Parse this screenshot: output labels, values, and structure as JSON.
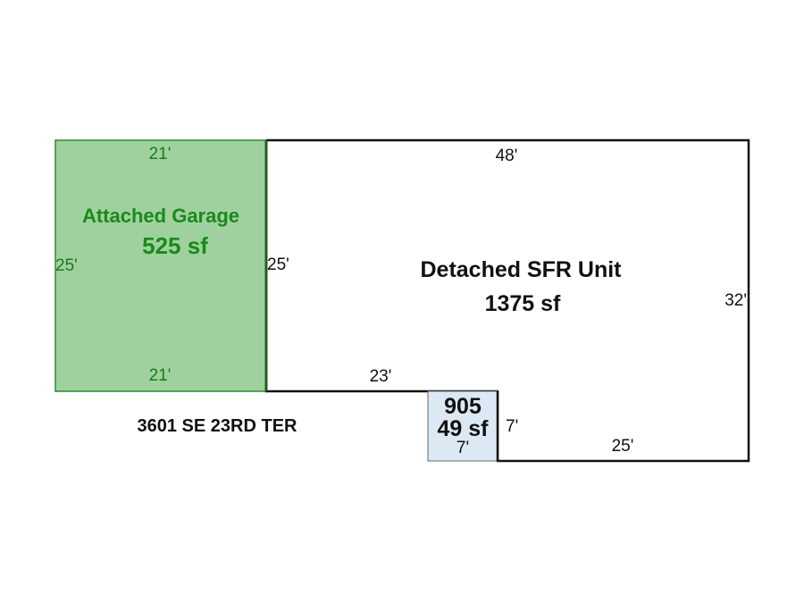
{
  "colors": {
    "garage_fill": "#9fd19f",
    "garage_stroke": "#2e8b2e",
    "garage_text": "#1a8a1a",
    "small_area_fill": "#dce9f5",
    "outline": "#111111"
  },
  "garage": {
    "title": "Attached Garage",
    "area": "525 sf",
    "top": "21'",
    "bottom": "21'",
    "left": "25'",
    "right": "25'"
  },
  "main_unit": {
    "title": "Detached SFR Unit",
    "area": "1375 sf",
    "top": "48'",
    "right": "32'",
    "bottom_left": "23'",
    "bottom_right": "25'",
    "notch": "7'"
  },
  "small_area": {
    "code": "905",
    "area": "49 sf",
    "bottom": "7'"
  },
  "address": "3601 SE 23RD TER"
}
